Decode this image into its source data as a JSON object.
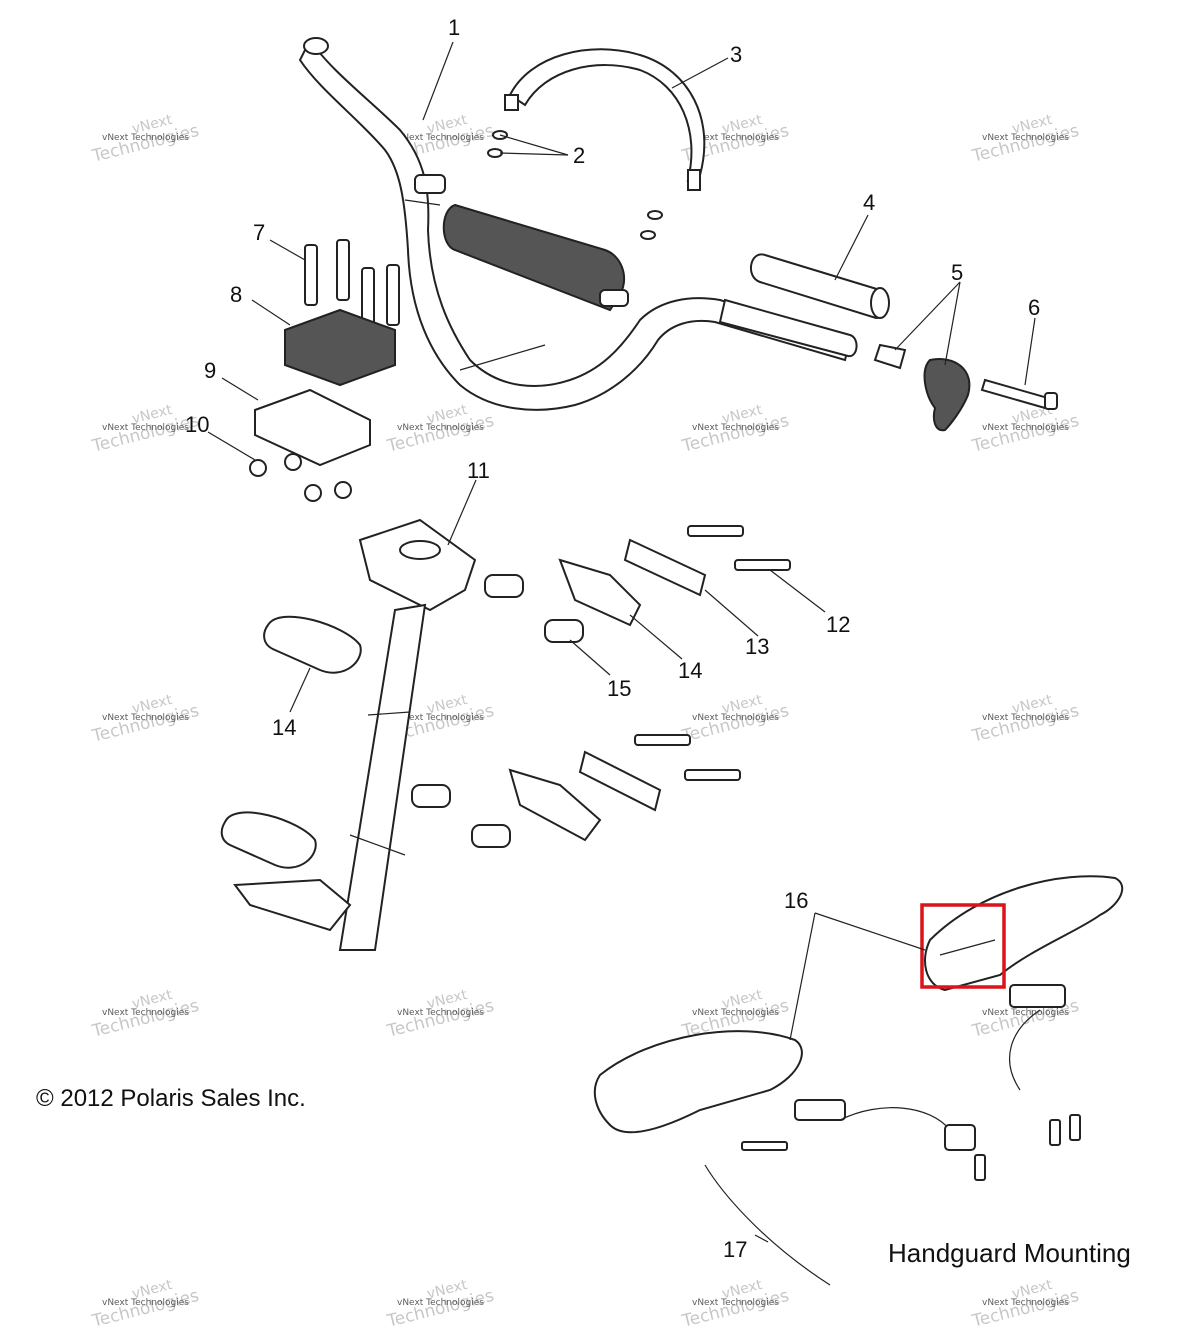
{
  "callouts": [
    {
      "id": "1",
      "label": "1"
    },
    {
      "id": "2",
      "label": "2"
    },
    {
      "id": "3",
      "label": "3"
    },
    {
      "id": "4",
      "label": "4"
    },
    {
      "id": "5",
      "label": "5"
    },
    {
      "id": "6",
      "label": "6"
    },
    {
      "id": "7",
      "label": "7"
    },
    {
      "id": "8",
      "label": "8"
    },
    {
      "id": "9",
      "label": "9"
    },
    {
      "id": "10",
      "label": "10"
    },
    {
      "id": "11",
      "label": "11"
    },
    {
      "id": "12",
      "label": "12"
    },
    {
      "id": "13",
      "label": "13"
    },
    {
      "id": "14a",
      "label": "14"
    },
    {
      "id": "14b",
      "label": "14"
    },
    {
      "id": "15",
      "label": "15"
    },
    {
      "id": "16",
      "label": "16"
    },
    {
      "id": "17",
      "label": "17"
    }
  ],
  "copyright": "© 2012 Polaris Sales Inc.",
  "handguard_caption": "Handguard Mounting",
  "watermark": {
    "line1": "vNext",
    "line2": "Technologies",
    "line3": "vNext Technologies"
  },
  "highlight_color": "#d9141b"
}
